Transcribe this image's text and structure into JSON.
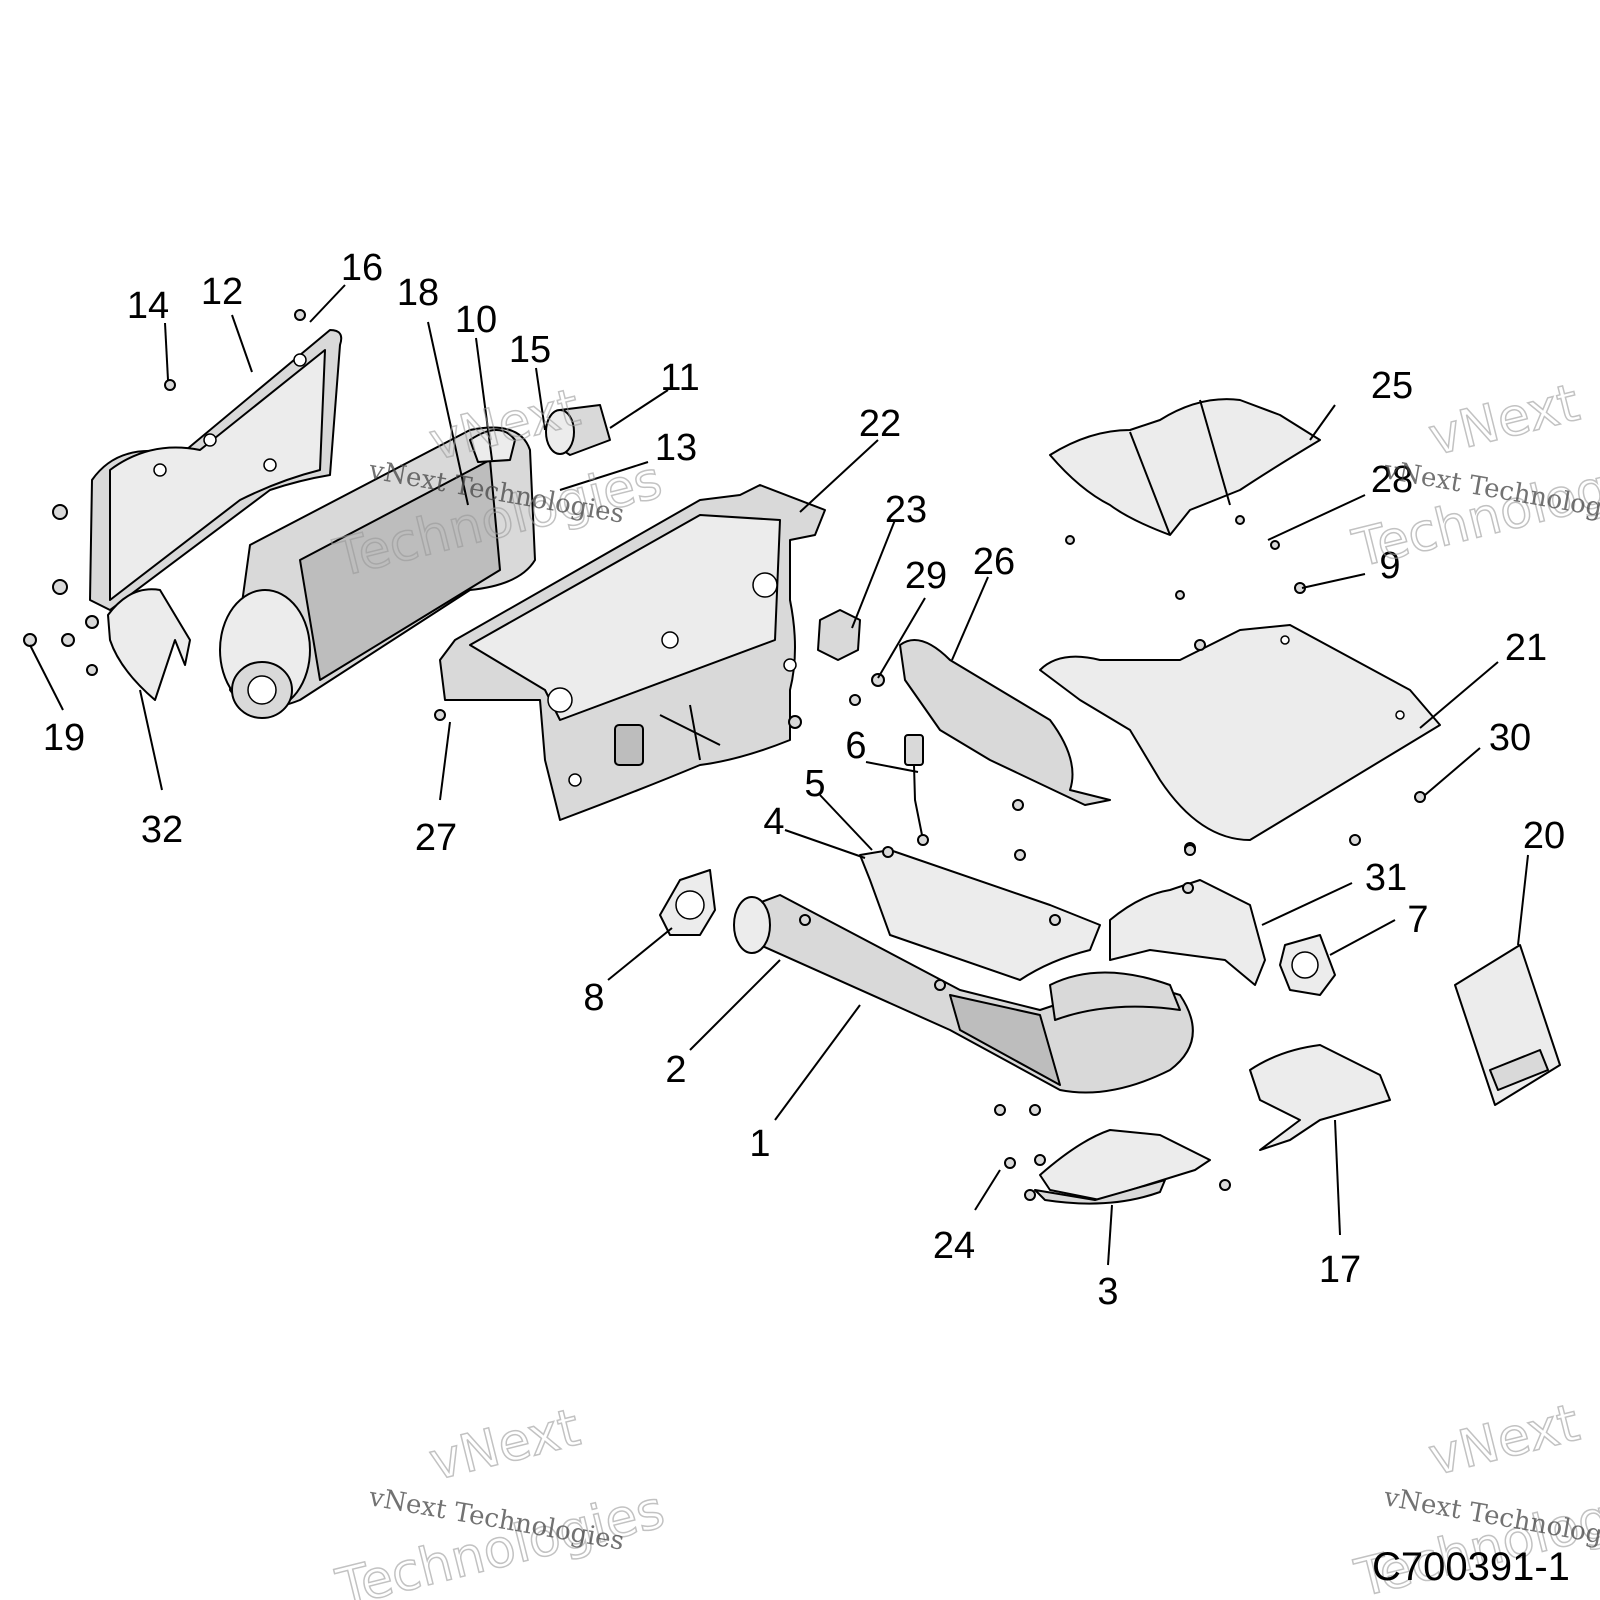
{
  "diagram": {
    "callouts": [
      "1",
      "2",
      "3",
      "4",
      "5",
      "6",
      "7",
      "8",
      "9",
      "10",
      "11",
      "12",
      "13",
      "14",
      "15",
      "16",
      "17",
      "18",
      "19",
      "20",
      "21",
      "22",
      "23",
      "24",
      "25",
      "26",
      "27",
      "28",
      "29",
      "30",
      "31",
      "32"
    ],
    "figure_code": "C700391-1",
    "watermark": {
      "line1": "vNext Technologies",
      "line2": "vNext",
      "line3": "Technologies"
    }
  }
}
